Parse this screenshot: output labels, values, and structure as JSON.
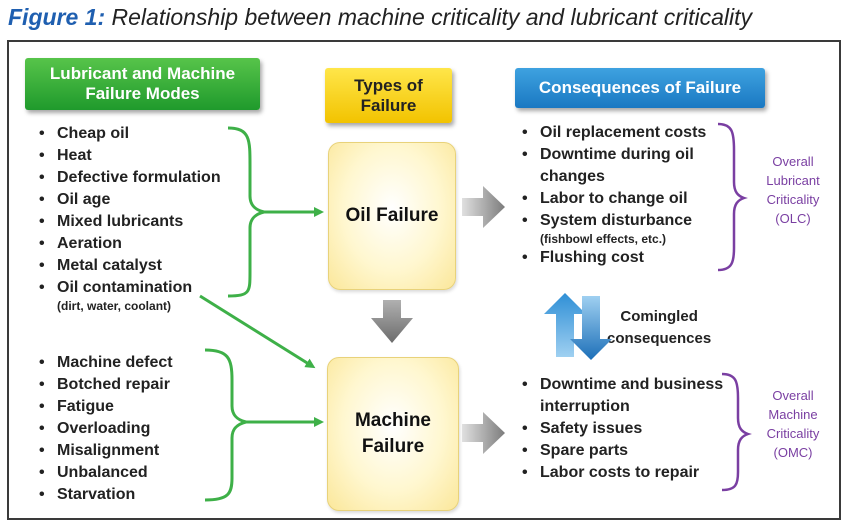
{
  "caption": {
    "lead": "Figure 1:",
    "text": "Relationship between machine criticality and lubricant criticality"
  },
  "headers": {
    "modes_line1": "Lubricant and Machine",
    "modes_line2": "Failure Modes",
    "types_line1": "Types of",
    "types_line2": "Failure",
    "consequences": "Consequences of Failure"
  },
  "oil_modes": [
    "Cheap oil",
    "Heat",
    "Defective formulation",
    "Oil age",
    "Mixed lubricants",
    "Aeration",
    "Metal catalyst",
    "Oil contamination"
  ],
  "oil_modes_note": "(dirt, water, coolant)",
  "machine_modes": [
    "Machine defect",
    "Botched repair",
    "Fatigue",
    "Overloading",
    "Misalignment",
    "Unbalanced",
    "Starvation"
  ],
  "failures": {
    "oil": "Oil Failure",
    "machine_line1": "Machine",
    "machine_line2": "Failure"
  },
  "oil_consequences": [
    {
      "line1": "Oil replacement costs"
    },
    {
      "line1": "Downtime during oil",
      "line2": "changes"
    },
    {
      "line1": "Labor to change oil"
    },
    {
      "line1": "System disturbance",
      "note": "(fishbowl effects, etc.)"
    },
    {
      "line1": "Flushing cost"
    }
  ],
  "machine_consequences": [
    {
      "line1": "Downtime and business",
      "line2": "interruption"
    },
    {
      "line1": "Safety issues"
    },
    {
      "line1": "Spare parts"
    },
    {
      "line1": "Labor costs to repair"
    }
  ],
  "olc": [
    "Overall",
    "Lubricant",
    "Criticality",
    "(OLC)"
  ],
  "omc": [
    "Overall",
    "Machine",
    "Criticality",
    "(OMC)"
  ],
  "comingled": [
    "Comingled",
    "consequences"
  ],
  "colors": {
    "green": "#3eb048",
    "purple": "#7a3fa2",
    "blue": "#1f7fcf",
    "gray": "#8c8c8c",
    "title_blue": "#1f5fb0"
  }
}
